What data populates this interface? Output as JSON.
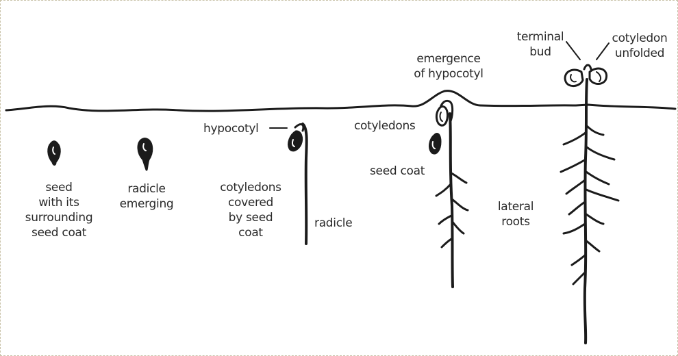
{
  "labels": {
    "seed_coat_stage": [
      "seed",
      "with its",
      "surrounding",
      "seed coat"
    ],
    "radicle_emerging": [
      "radicle",
      "emerging"
    ],
    "hypocotyl": "hypocotyl",
    "cotyledons_covered": [
      "cotyledons",
      "covered",
      "by seed",
      "coat"
    ],
    "radicle": "radicle",
    "emergence_hypocotyl": [
      "emergence",
      "of hypocotyl"
    ],
    "cotyledons": "cotyledons",
    "seed_coat": "seed coat",
    "lateral_roots": [
      "lateral",
      "roots"
    ],
    "terminal_bud": [
      "terminal",
      "bud"
    ],
    "cotyledon_unfolded": [
      "cotyledon",
      "unfolded"
    ]
  },
  "colors": {
    "ink": "#1b1b1b",
    "text": "#2a2a2a",
    "frame": "#c9c2a8"
  }
}
